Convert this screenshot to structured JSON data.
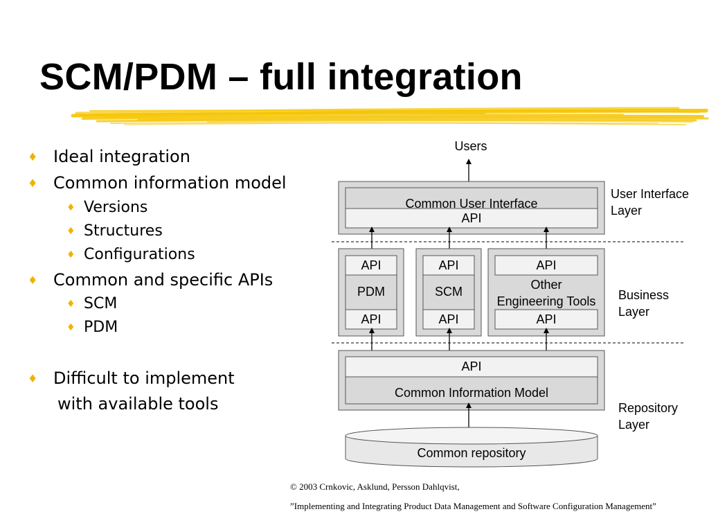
{
  "title": "SCM/PDM – full integration",
  "colors": {
    "accent_brush": "#f5c400",
    "bullet": "#f0b400",
    "box_fill": "#d9d9d9",
    "inner_fill": "#f2f2f2"
  },
  "bullets": [
    {
      "level": 1,
      "text": "Ideal integration"
    },
    {
      "level": 1,
      "text": "Common information model"
    },
    {
      "level": 2,
      "text": "Versions"
    },
    {
      "level": 2,
      "text": "Structures"
    },
    {
      "level": 2,
      "text": "Configurations"
    },
    {
      "level": 1,
      "text": "Common and specific APIs"
    },
    {
      "level": 2,
      "text": "SCM"
    },
    {
      "level": 2,
      "text": "PDM"
    },
    {
      "level": 1,
      "text": "Difficult to implement"
    },
    {
      "level": 1,
      "text": "with available tools"
    }
  ],
  "diagram": {
    "users": "Users",
    "ui_box": {
      "title": "Common User Interface",
      "api": "API"
    },
    "business_boxes": [
      {
        "top_api": "API",
        "name": "PDM",
        "bottom_api": "API"
      },
      {
        "top_api": "API",
        "name": "SCM",
        "bottom_api": "API"
      },
      {
        "top_api": "API",
        "name_line1": "Other",
        "name_line2": "Engineering Tools",
        "bottom_api": "API"
      }
    ],
    "repo_box": {
      "api": "API",
      "title": "Common Information Model"
    },
    "repository": "Common repository",
    "layers": {
      "ui_line1": "User Interface",
      "ui_line2": "Layer",
      "business_line1": "Business",
      "business_line2": "Layer",
      "repo_line1": "Repository",
      "repo_line2": "Layer"
    }
  },
  "credit": {
    "line1": "© 2003 Crnkovic, Asklund, Persson Dahlqvist,",
    "line2": "”Implementing and Integrating Product Data Management and Software Configuration Management”"
  }
}
